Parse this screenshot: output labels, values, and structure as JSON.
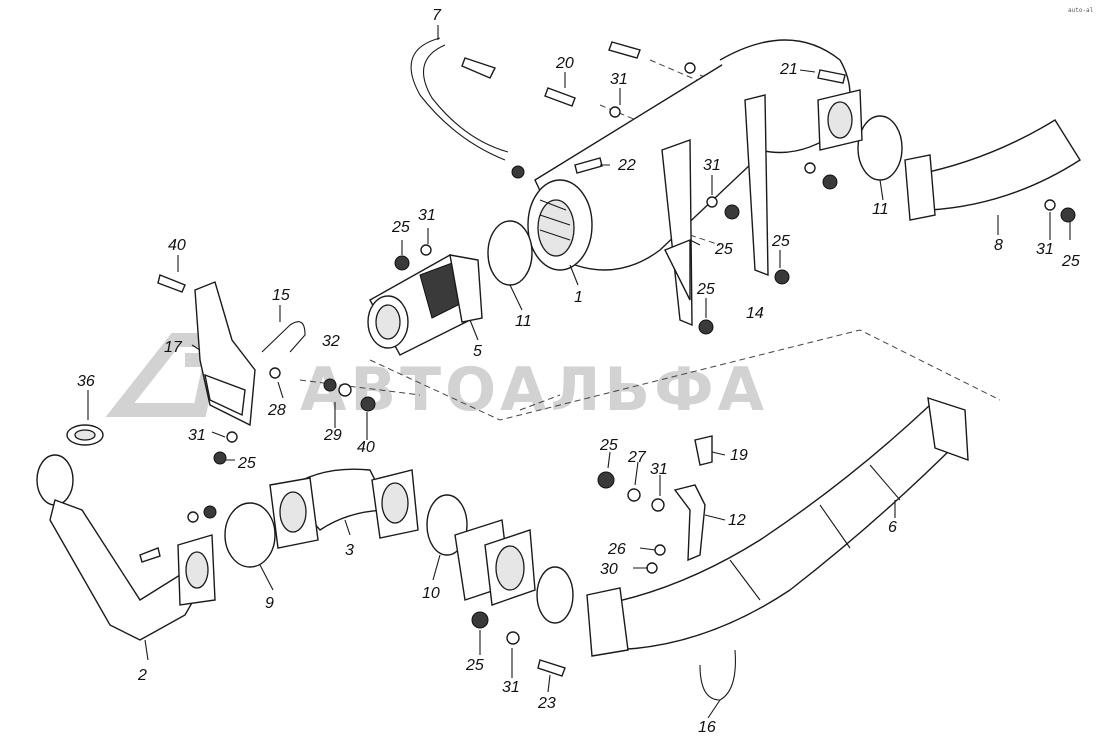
{
  "watermark": "АВТОАЛЬФА",
  "corner_mark": "auto-al",
  "callouts": {
    "n1": "1",
    "n2": "2",
    "n3": "3",
    "n5": "5",
    "n6": "6",
    "n7": "7",
    "n8": "8",
    "n9": "9",
    "n10": "10",
    "n11a": "11",
    "n11b": "11",
    "n12": "12",
    "n14": "14",
    "n15": "15",
    "n16": "16",
    "n17": "17",
    "n19": "19",
    "n20": "20",
    "n21": "21",
    "n22": "22",
    "n23": "23",
    "n25a": "25",
    "n25b": "25",
    "n25c": "25",
    "n25d": "25",
    "n25e": "25",
    "n25f": "25",
    "n25g": "25",
    "n25h": "25",
    "n26": "26",
    "n27": "27",
    "n28": "28",
    "n29": "29",
    "n30": "30",
    "n31a": "31",
    "n31b": "31",
    "n31c": "31",
    "n31d": "31",
    "n31e": "31",
    "n31f": "31",
    "n31g": "31",
    "n32": "32",
    "n36": "36",
    "n40a": "40",
    "n40b": "40"
  }
}
